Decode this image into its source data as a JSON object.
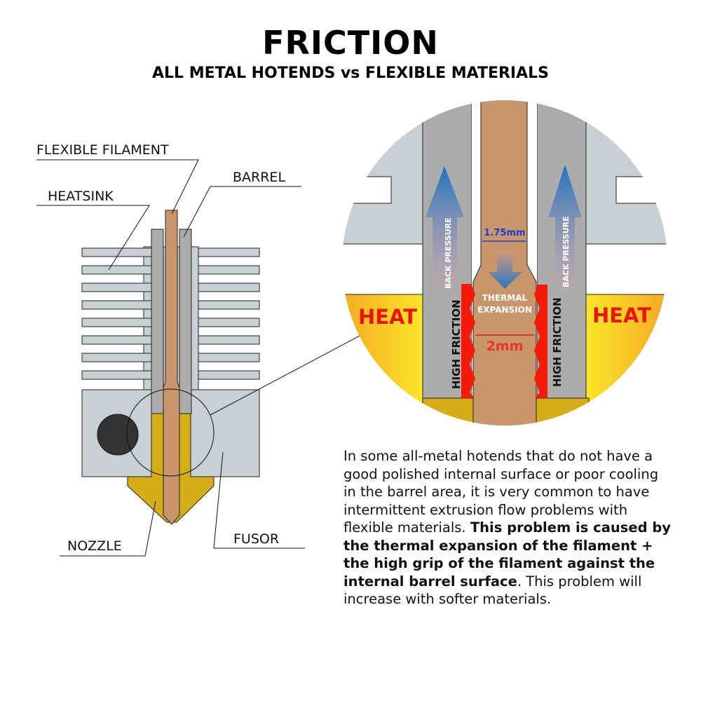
{
  "title": "FRICTION",
  "subtitle": "ALL METAL HOTENDS vs FLEXIBLE MATERIALS",
  "labels": {
    "flexible_filament": "FLEXIBLE FILAMENT",
    "heatsink": "HEATSINK",
    "barrel": "BARREL",
    "nozzle": "NOZZLE",
    "fusor": "FUSOR"
  },
  "detail": {
    "heat_left": "HEAT",
    "heat_right": "HEAT",
    "back_pressure_left": "BACK PRESSURE",
    "back_pressure_right": "BACK PRESSURE",
    "high_friction_left": "HIGH FRICTION",
    "high_friction_right": "HIGH FRICTION",
    "thermal_1": "THERMAL",
    "thermal_2": "EXPANSION",
    "dim_small": "1.75mm",
    "dim_large": "2mm"
  },
  "description": {
    "intro": "In some all-metal hotends that do not have a good polished internal surface or poor cooling in the barrel area, it is very common to have intermittent extrusion flow problems with flexible materials. ",
    "bold": "This problem is caused by the thermal expansion of the filament + the high grip of the filament against the internal barrel surface",
    "outro": ". This problem will increase with softer materials."
  },
  "colors": {
    "filament": "#c9956a",
    "barrel": "#acacac",
    "heatsink": "#c9d0d3",
    "brass": "#d4ad17",
    "heat_red": "#e8160c",
    "dim_blue": "#1a3bd6"
  }
}
